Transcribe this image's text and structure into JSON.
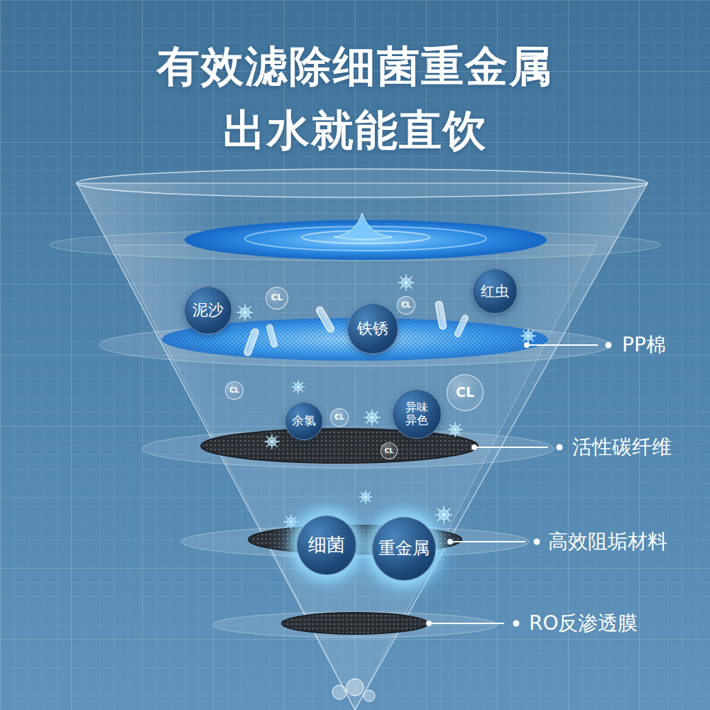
{
  "diagram": {
    "title": "有效滤除细菌重金属 出水就能直饮",
    "nodes": [
      {
        "text": [
          "泥沙"
        ]
      },
      {
        "text": [
          "CL"
        ]
      },
      {
        "text": [
          "铁锈"
        ]
      },
      {
        "text": [
          "CL"
        ]
      },
      {
        "text": [
          "红虫"
        ]
      },
      {
        "text": [
          "CL"
        ]
      },
      {
        "text": [
          "CL"
        ]
      },
      {
        "text": [
          "余氯"
        ]
      },
      {
        "text": [
          "CL"
        ]
      },
      {
        "text": [
          "异味 异色"
        ]
      },
      {
        "text": [
          "CL"
        ]
      },
      {
        "text": [
          "细菌"
        ]
      },
      {
        "text": [
          "重金属"
        ]
      }
    ],
    "labels": [
      "PP棉",
      "活性碳纤维",
      "高效阻垢材料",
      "RO反渗透膜"
    ]
  }
}
